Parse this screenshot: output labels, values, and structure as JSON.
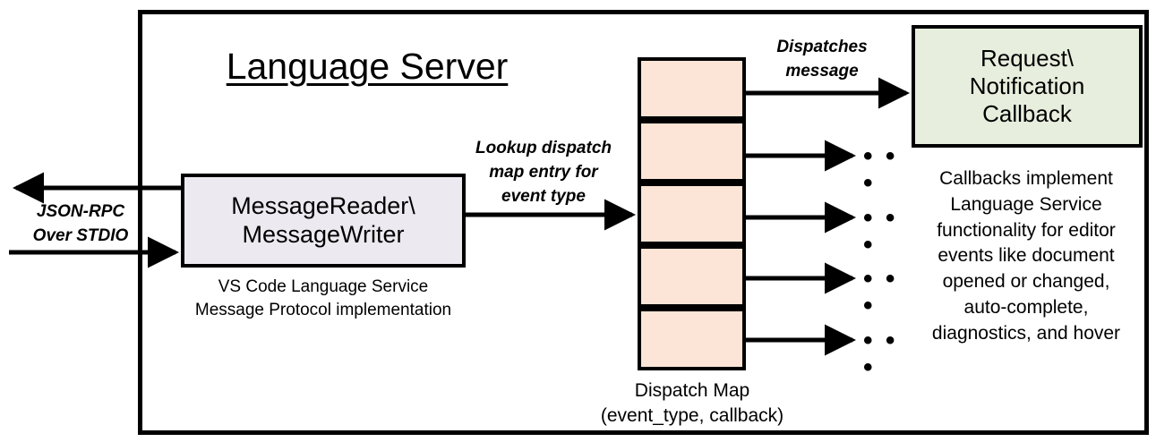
{
  "diagram": {
    "title": "Language Server",
    "frame_label": "language-server-boundary"
  },
  "external_io": {
    "label": "JSON-RPC\nOver STDIO",
    "outbound_arrow": "arrow-out-left",
    "inbound_arrow": "arrow-in-right"
  },
  "message_io": {
    "box_label": "MessageReader\\\nMessageWriter",
    "caption": "VS Code Language Service\nMessage Protocol implementation",
    "fill": "#eceaf0"
  },
  "lookup": {
    "label": "Lookup dispatch\nmap entry for\nevent type"
  },
  "dispatch_map": {
    "caption": "Dispatch Map\n(event_type, callback)",
    "fill": "#fce5d6",
    "rows": [
      {
        "index": 0,
        "marker": "callback-dot",
        "target": "callback-box"
      },
      {
        "index": 1,
        "marker": "callback-dot",
        "target": "ellipsis"
      },
      {
        "index": 2,
        "marker": "callback-dot",
        "target": "ellipsis"
      },
      {
        "index": 3,
        "marker": "callback-dot",
        "target": "ellipsis"
      },
      {
        "index": 4,
        "marker": "callback-dot",
        "target": "ellipsis"
      }
    ],
    "ellipsis": "• • •"
  },
  "dispatch": {
    "label": "Dispatches\nmessage"
  },
  "callback": {
    "box_label": "Request\\\nNotification\nCallback",
    "fill": "#e7eedd",
    "caption": "Callbacks implement\nLanguage Service\nfunctionality for editor\nevents like document\nopened or changed,\nauto-complete,\ndiagnostics, and hover"
  },
  "colors": {
    "stroke": "#000000",
    "background": "#ffffff",
    "peach": "#fce5d6",
    "green": "#e7eedd",
    "lavender": "#eceaf0"
  }
}
